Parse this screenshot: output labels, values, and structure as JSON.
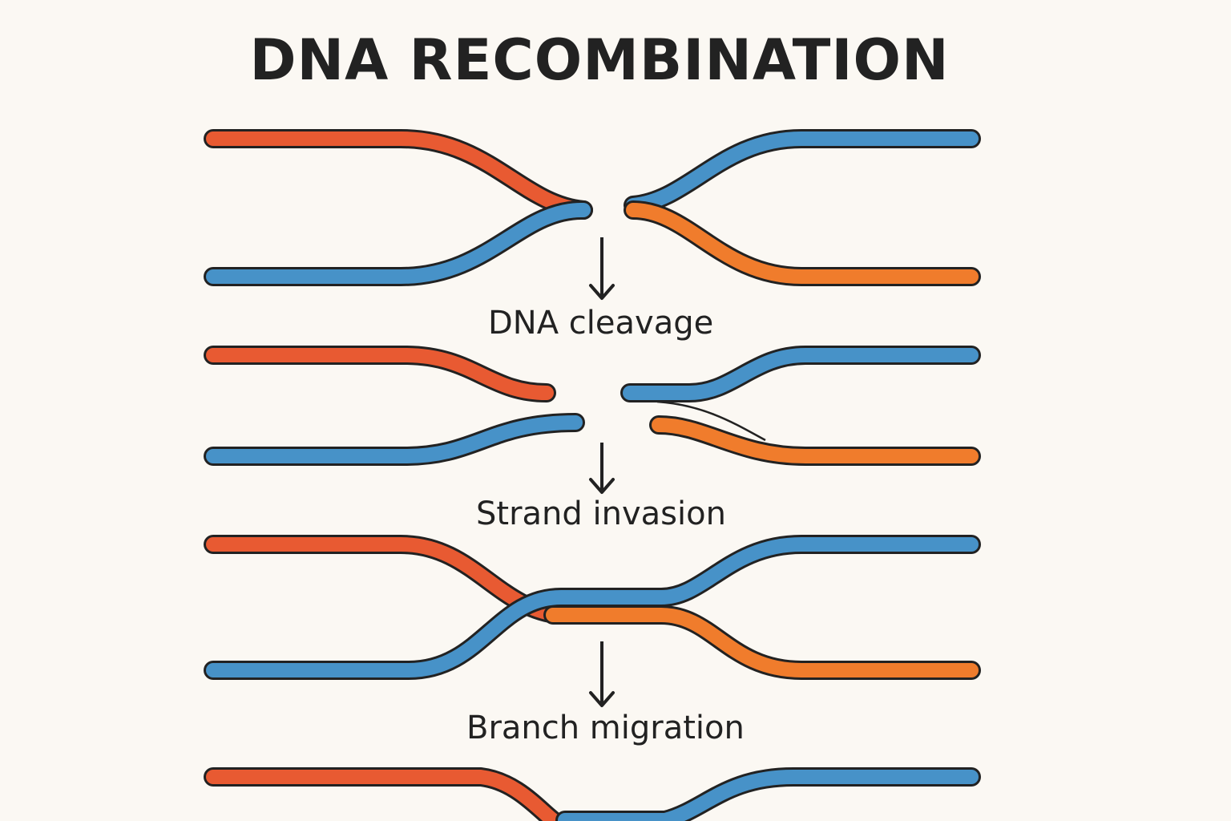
{
  "title": "DNA RECOMBINATION",
  "steps": [
    {
      "label": "DNA cleavage"
    },
    {
      "label": "Strand invasion"
    },
    {
      "label": "Branch migration"
    }
  ],
  "colors": {
    "background": "#fbf8f3",
    "red_strand": "#e85a32",
    "orange_strand": "#f07c2c",
    "blue_strand": "#4792c8",
    "outline": "#222222"
  }
}
